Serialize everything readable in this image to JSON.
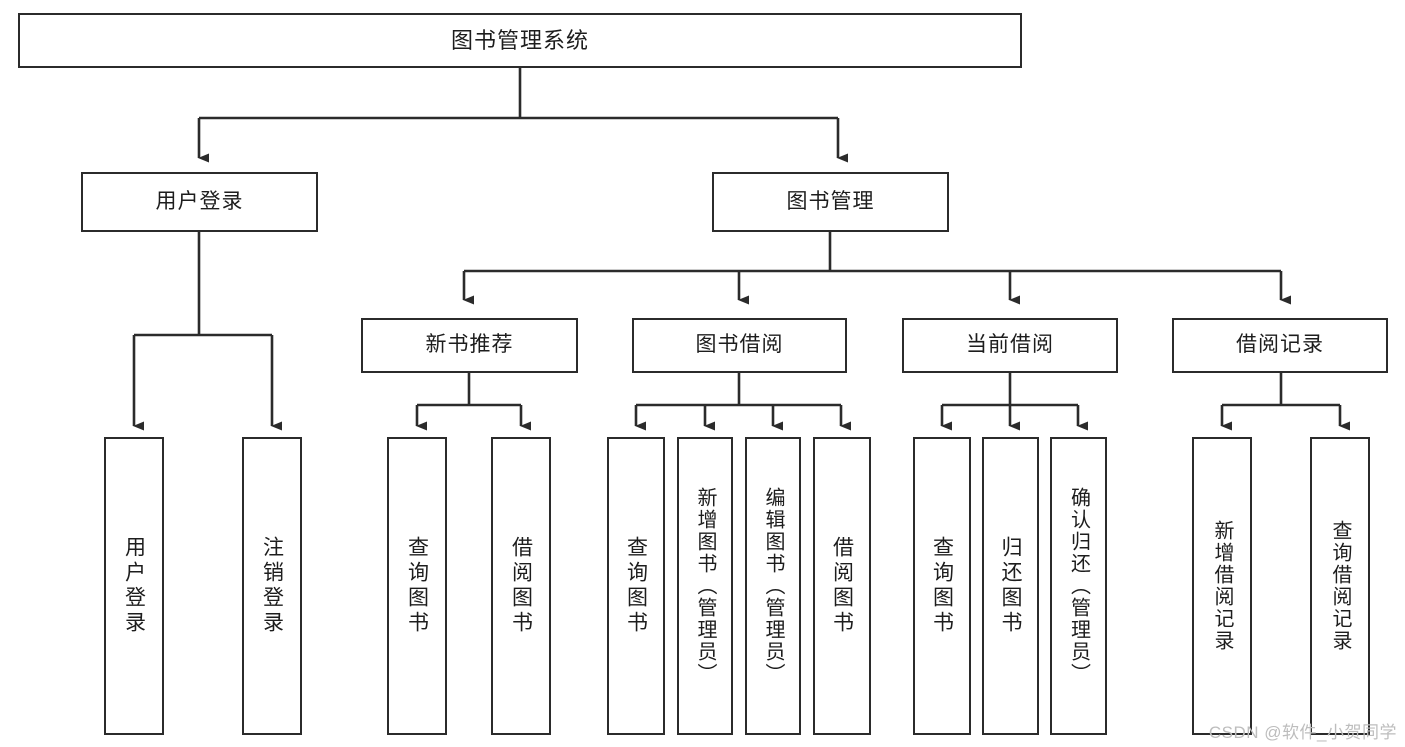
{
  "diagram": {
    "title": "图书管理系统",
    "type": "functional-structure-tree",
    "colors": {
      "background": "#ffffff",
      "box_border": "#2b2b2b",
      "box_fill": "#ffffff",
      "connector": "#2b2b2b",
      "text": "#1d1d1d",
      "watermark": "#bdbdbd"
    }
  },
  "root": {
    "label": "图书管理系统"
  },
  "level2": {
    "user_login": "用户登录",
    "book_manage": "图书管理"
  },
  "level3": {
    "new_book_recommend": "新书推荐",
    "book_borrow": "图书借阅",
    "current_borrow": "当前借阅",
    "borrow_record": "借阅记录"
  },
  "leaves": {
    "user_login": [
      {
        "label": "用户登录"
      },
      {
        "label": "注销登录"
      }
    ],
    "new_book_recommend": [
      {
        "label": "查询图书"
      },
      {
        "label": "借阅图书"
      }
    ],
    "book_borrow": [
      {
        "label": "查询图书"
      },
      {
        "label": "新增图书（管理员）"
      },
      {
        "label": "编辑图书（管理员）"
      },
      {
        "label": "借阅图书"
      }
    ],
    "current_borrow": [
      {
        "label": "查询图书"
      },
      {
        "label": "归还图书"
      },
      {
        "label": "确认归还（管理员）"
      }
    ],
    "borrow_record": [
      {
        "label": "新增借阅记录"
      },
      {
        "label": "查询借阅记录"
      }
    ]
  },
  "watermark": {
    "text": "CSDN @软件_小贺同学"
  }
}
